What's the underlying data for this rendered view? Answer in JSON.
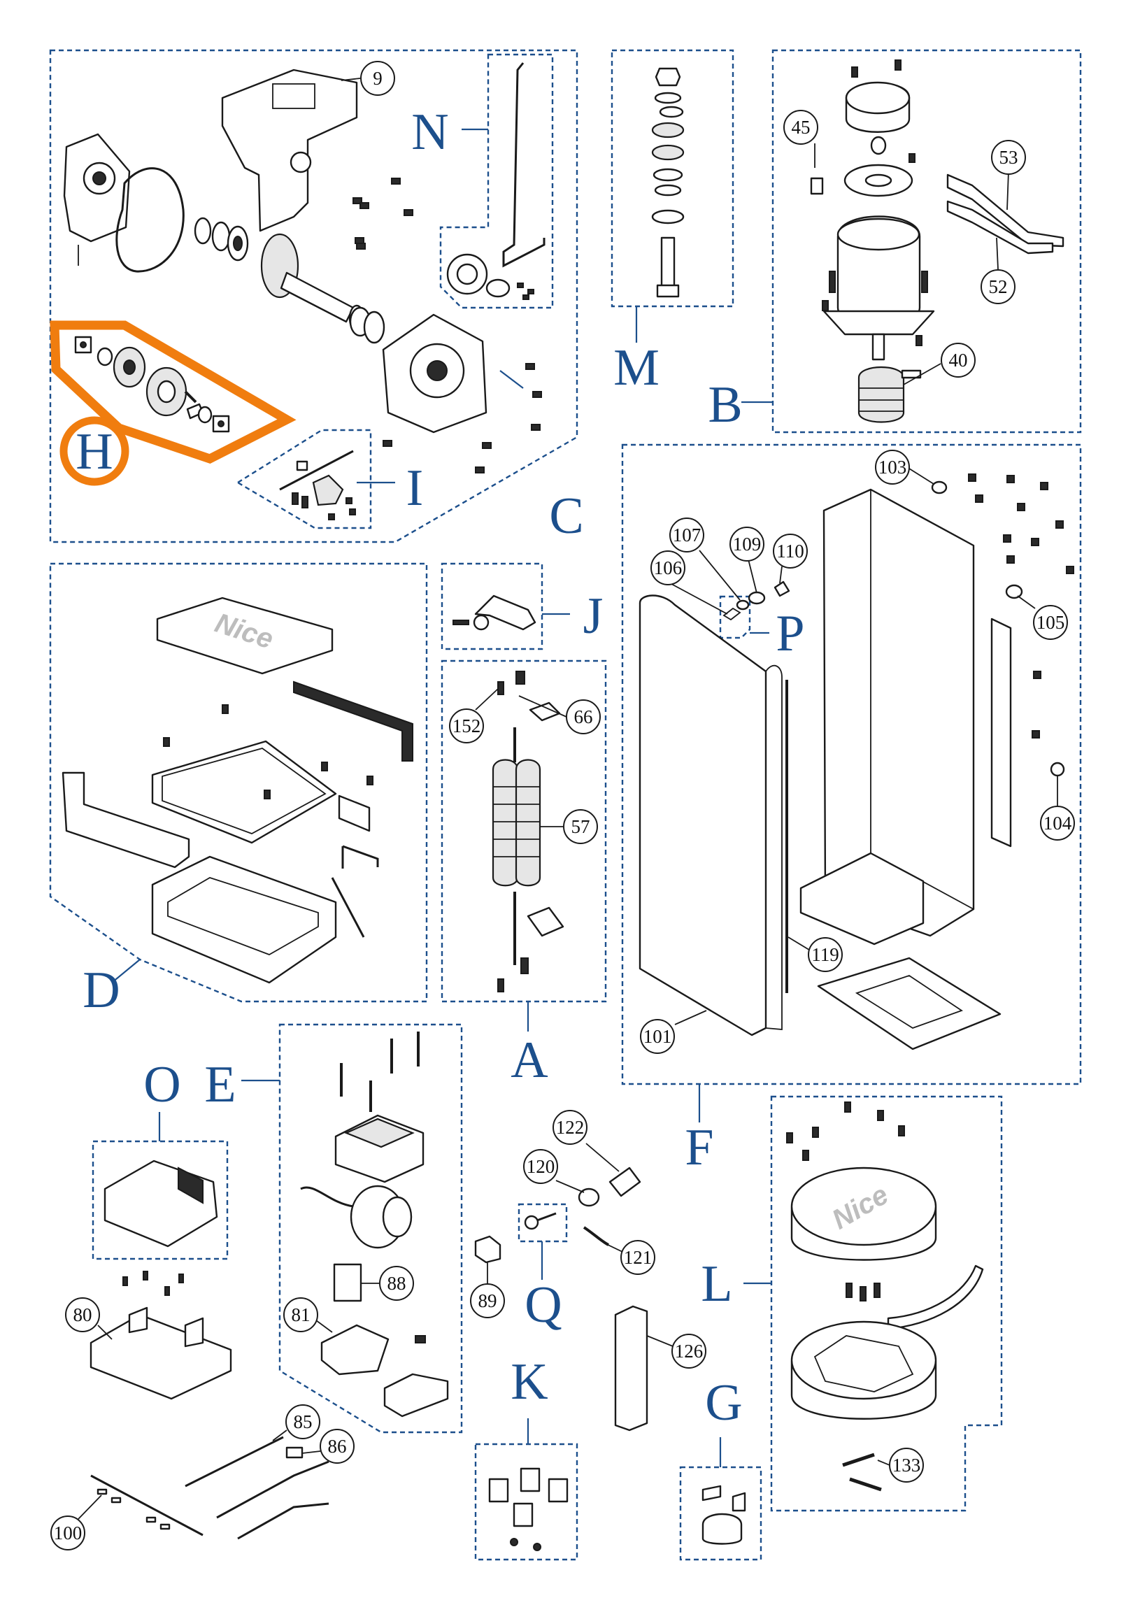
{
  "figure": {
    "brand_logo": "Nice",
    "groups": [
      {
        "id": "A",
        "label": "A"
      },
      {
        "id": "B",
        "label": "B"
      },
      {
        "id": "C",
        "label": "C"
      },
      {
        "id": "D",
        "label": "D"
      },
      {
        "id": "E",
        "label": "E"
      },
      {
        "id": "F",
        "label": "F"
      },
      {
        "id": "G",
        "label": "G"
      },
      {
        "id": "H",
        "label": "H",
        "highlighted": true,
        "highlight_color": "#f07d0f"
      },
      {
        "id": "I",
        "label": "I"
      },
      {
        "id": "J",
        "label": "J"
      },
      {
        "id": "K",
        "label": "K"
      },
      {
        "id": "L",
        "label": "L"
      },
      {
        "id": "M",
        "label": "M"
      },
      {
        "id": "N",
        "label": "N"
      },
      {
        "id": "O",
        "label": "O"
      },
      {
        "id": "P",
        "label": "P"
      },
      {
        "id": "Q",
        "label": "Q"
      }
    ],
    "part_numbers": [
      "9",
      "45",
      "53",
      "52",
      "40",
      "103",
      "107",
      "109",
      "110",
      "106",
      "105",
      "104",
      "119",
      "101",
      "152",
      "66",
      "57",
      "122",
      "120",
      "121",
      "89",
      "126",
      "88",
      "81",
      "80",
      "85",
      "86",
      "100",
      "133"
    ],
    "colors": {
      "group_label": "#1c4f8c",
      "outline": "#1a1a1a",
      "highlight": "#f07d0f"
    }
  }
}
